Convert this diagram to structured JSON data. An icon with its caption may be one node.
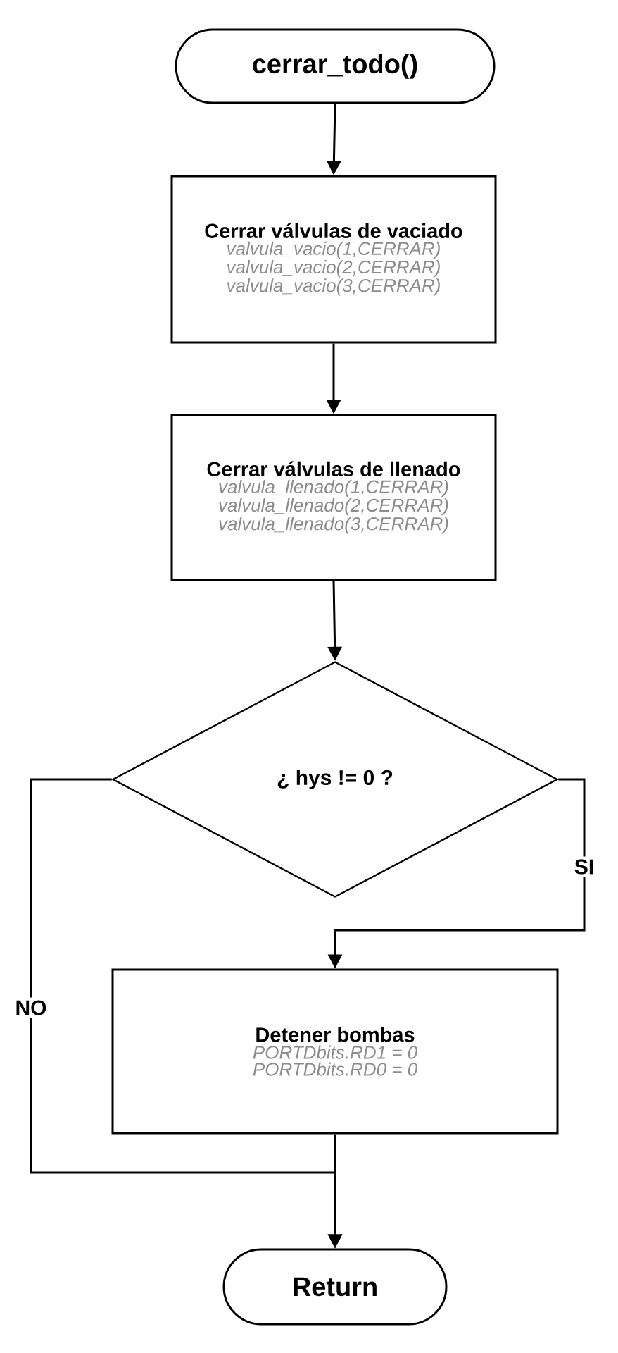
{
  "diagram": {
    "nodes": [
      {
        "text": [
          "cerrar_todo()"
        ]
      },
      {
        "text": [
          "Cerrar válvulas de vaciado",
          "valvula_vacio(1,CERRAR)",
          "valvula_vacio(2,CERRAR)",
          "valvula_vacio(3,CERRAR)"
        ]
      },
      {
        "text": [
          "Cerrar válvulas de llenado",
          "valvula_llenado(1,CERRAR)",
          "valvula_llenado(2,CERRAR)",
          "valvula_llenado(3,CERRAR)"
        ]
      },
      {
        "text": [
          "¿ hys != 0 ?"
        ]
      },
      {
        "text": [
          "Detener bombas",
          "PORTDbits.RD1 = 0",
          "PORTDbits.RD0 = 0"
        ]
      },
      {
        "text": [
          "Return"
        ]
      }
    ],
    "edges": [
      {
        "from": 0,
        "to": 1,
        "arrow": "to"
      },
      {
        "from": 1,
        "to": 2,
        "arrow": "to"
      },
      {
        "from": 2,
        "to": 3,
        "arrow": "to"
      },
      {
        "from": 3,
        "to": 4,
        "arrow": "to",
        "label": "SI"
      },
      {
        "from": 3,
        "to": 5,
        "arrow": "to",
        "label": "NO"
      },
      {
        "from": 4,
        "to": 5,
        "arrow": "to"
      }
    ]
  }
}
